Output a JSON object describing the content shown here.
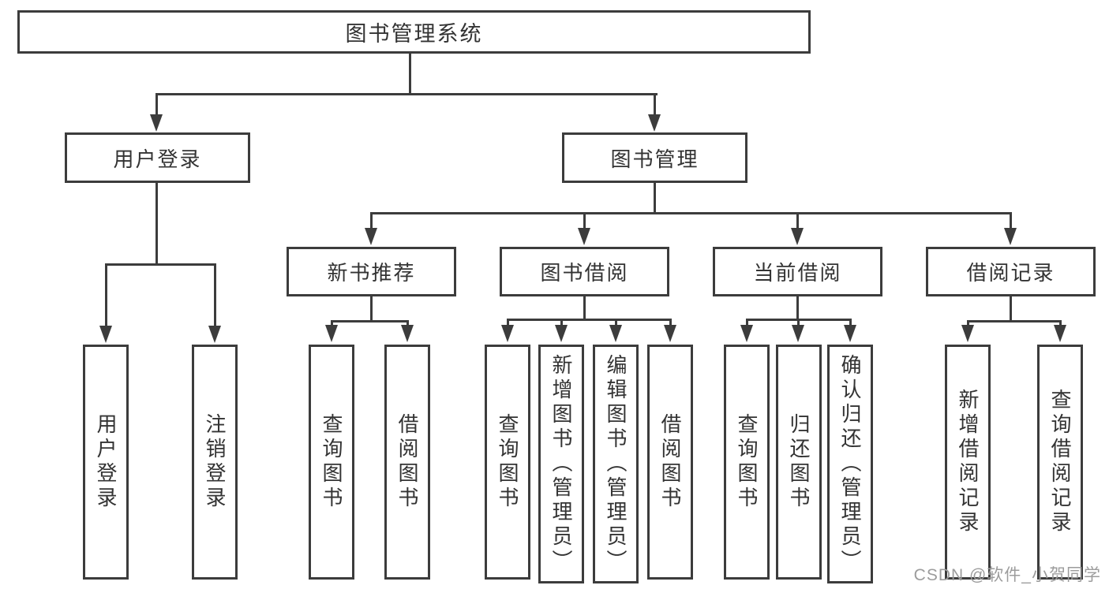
{
  "diagram": {
    "root": "图书管理系统",
    "level1": {
      "user_login": "用户登录",
      "book_mgmt": "图书管理"
    },
    "login_children": {
      "login": "用户登录",
      "logout": "注销登录"
    },
    "mgmt_children": {
      "new_books": "新书推荐",
      "borrow": "图书借阅",
      "current": "当前借阅",
      "records": "借阅记录"
    },
    "new_books_children": {
      "query": "查询图书",
      "borrow": "借阅图书"
    },
    "borrow_children": {
      "query": "查询图书",
      "add": "新增图书（管理员）",
      "edit": "编辑图书（管理员）",
      "borrow": "借阅图书"
    },
    "current_children": {
      "query": "查询图书",
      "return": "归还图书",
      "confirm": "确认归还（管理员）"
    },
    "records_children": {
      "add": "新增借阅记录",
      "query": "查询借阅记录"
    }
  },
  "watermark": "CSDN @软件_小贺同学",
  "colors": {
    "line": "#3c3c3c",
    "text": "#333333",
    "watermark": "#9c9c9c",
    "background": "#ffffff"
  }
}
